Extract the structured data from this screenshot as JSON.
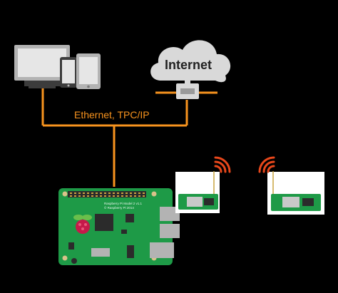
{
  "diagram": {
    "cloud_label": "Internet",
    "link_label": "Ethernet, TPC/IP",
    "board": {
      "model_line1": "Raspberry Pi Model 2 v1.1",
      "model_line2": "© Raspberry Pi 2014"
    },
    "icons": [
      "monitor-icon",
      "phone-icon",
      "tablet-icon",
      "cloud-icon",
      "router-icon",
      "raspberry-pi-board",
      "wifi-signal-icon",
      "wireless-module-board"
    ],
    "colors": {
      "background": "#000000",
      "link": "#f7931e",
      "link_text": "#f7931e",
      "device_gray": "#b3b3b3",
      "device_dark": "#3c3c3c",
      "cloud": "#d9d9d9",
      "pcb_green": "#1e9a47",
      "wifi": "#e8471b"
    }
  }
}
